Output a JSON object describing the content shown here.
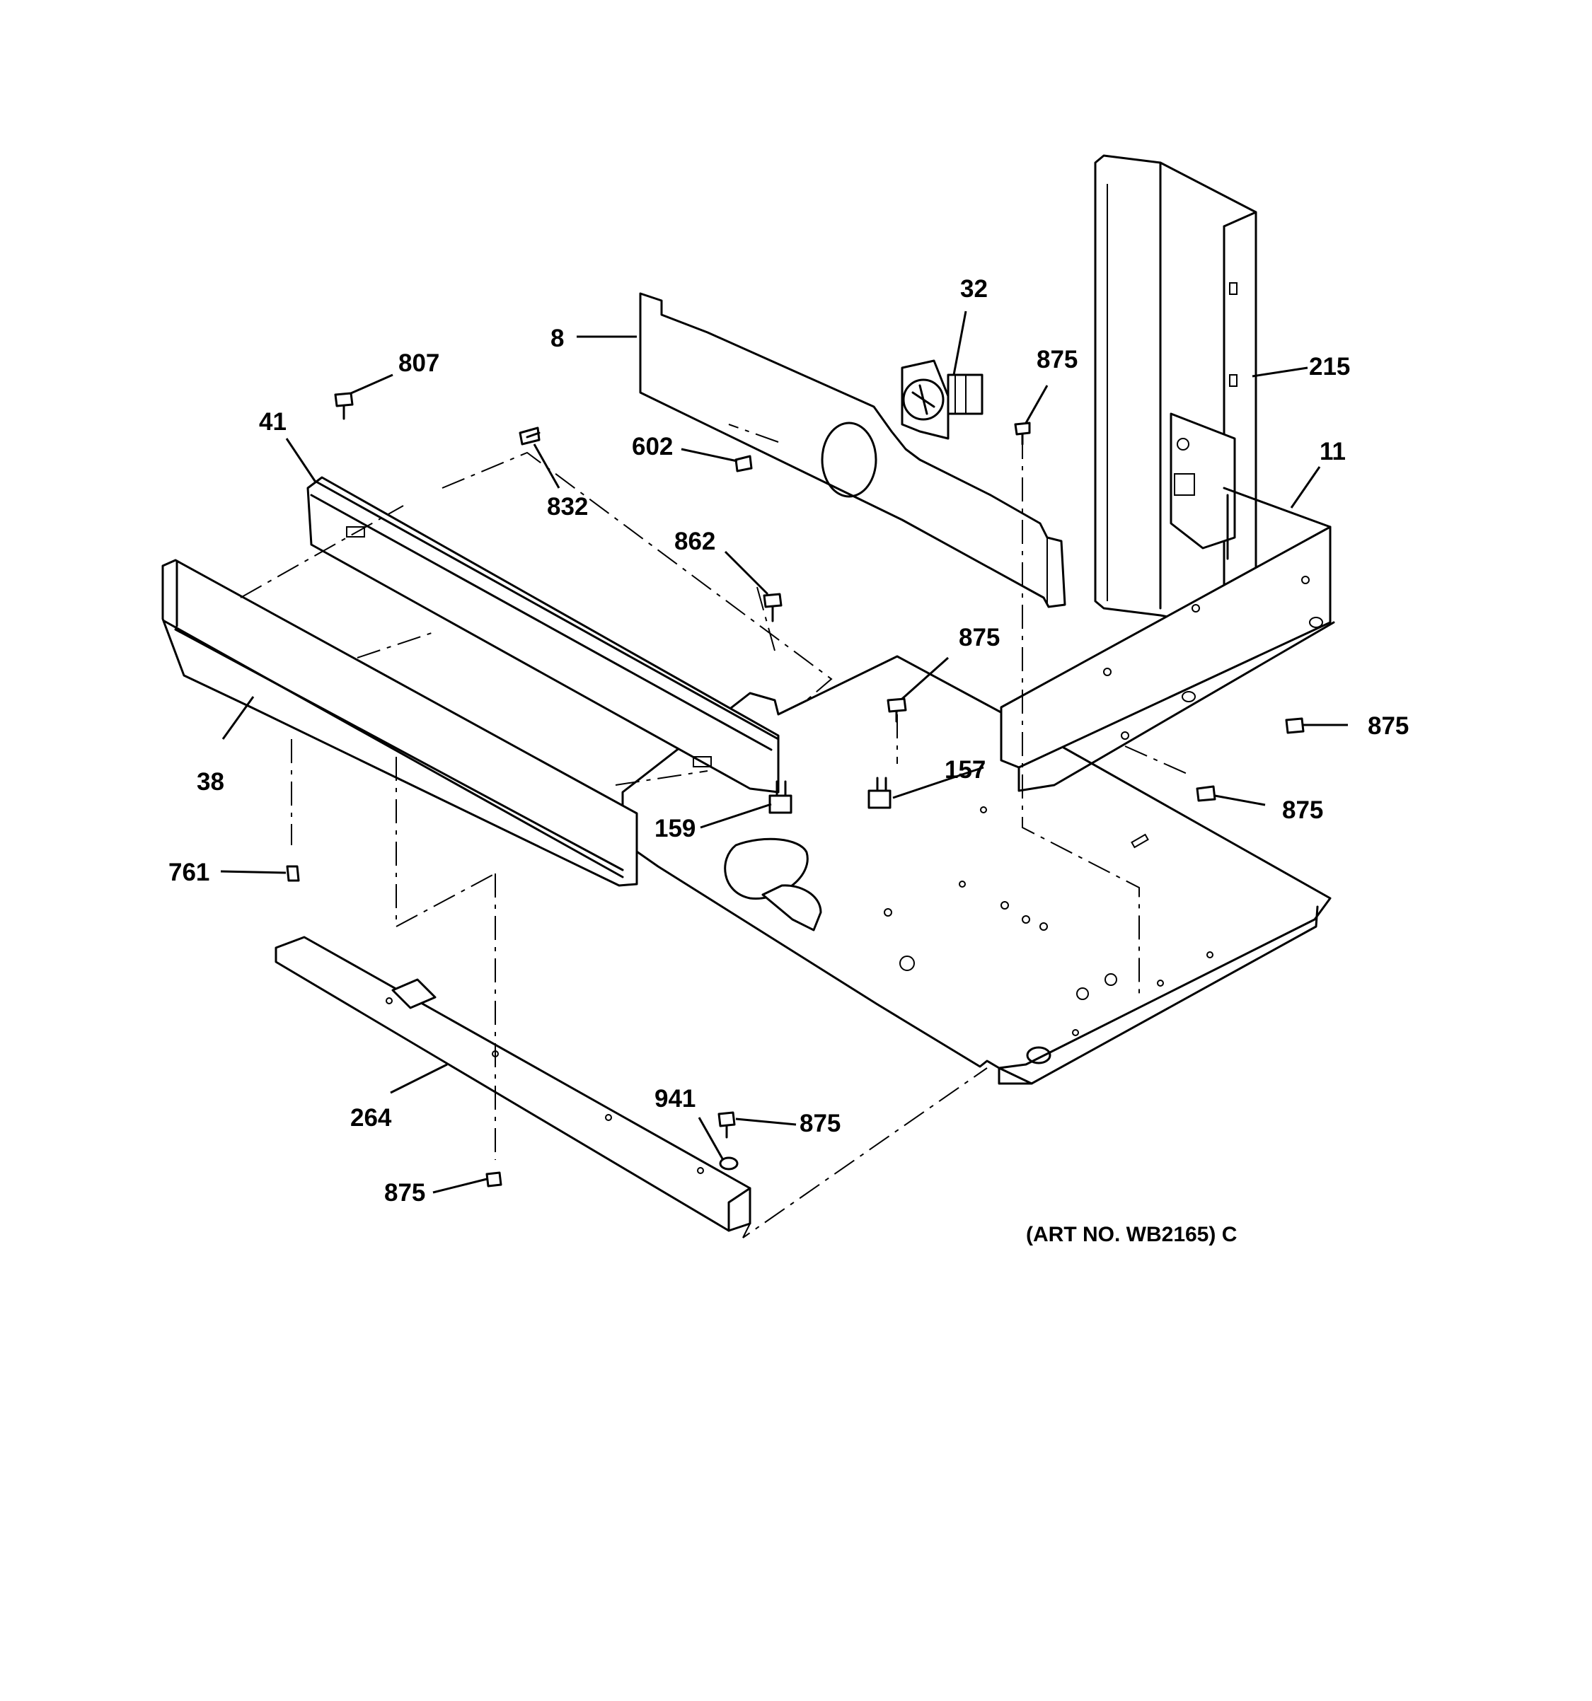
{
  "callouts": {
    "c8": "8",
    "c32": "32",
    "c875_top": "875",
    "c215": "215",
    "c11": "11",
    "c807": "807",
    "c41": "41",
    "c602": "602",
    "c832": "832",
    "c862": "862",
    "c875_mid": "875",
    "c875_right": "875",
    "c157": "157",
    "c875_right2": "875",
    "c38": "38",
    "c159": "159",
    "c761": "761",
    "c264": "264",
    "c941": "941",
    "c875_b1": "875",
    "c875_b2": "875"
  },
  "art_number": "(ART NO. WB2165) C"
}
